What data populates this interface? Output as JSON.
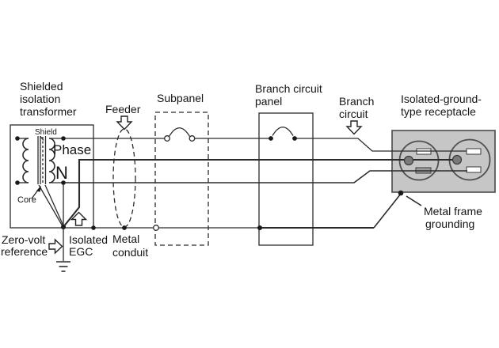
{
  "diagram": {
    "type": "electrical-wiring-diagram",
    "labels": {
      "transformer_1": "Shielded",
      "transformer_2": "isolation",
      "transformer_3": "transformer",
      "shield": "Shield",
      "phase": "Phase",
      "neutral": "N",
      "core": "Core",
      "zero_volt_1": "Zero-volt",
      "zero_volt_2": "reference",
      "isolated_egc_1": "Isolated",
      "isolated_egc_2": "EGC",
      "metal_conduit_1": "Metal",
      "metal_conduit_2": "conduit",
      "feeder": "Feeder",
      "subpanel": "Subpanel",
      "branch_panel_1": "Branch circuit",
      "branch_panel_2": "panel",
      "branch_circuit_1": "Branch",
      "branch_circuit_2": "circuit",
      "receptacle_1": "Isolated-ground-",
      "receptacle_2": "type receptacle",
      "frame_grounding_1": "Metal frame",
      "frame_grounding_2": "grounding"
    },
    "colors": {
      "background": "#ffffff",
      "line": "#2b2b2b",
      "text": "#151515",
      "plate_fill": "#c6c6c6",
      "plate_border": "#4a4a4a",
      "outlet_ring": "#4f4f4f",
      "ground_pin_fill": "#7a7a7a",
      "slot_fill": "#ffffff",
      "slot_shaded_fill": "#9c9c9c"
    }
  }
}
